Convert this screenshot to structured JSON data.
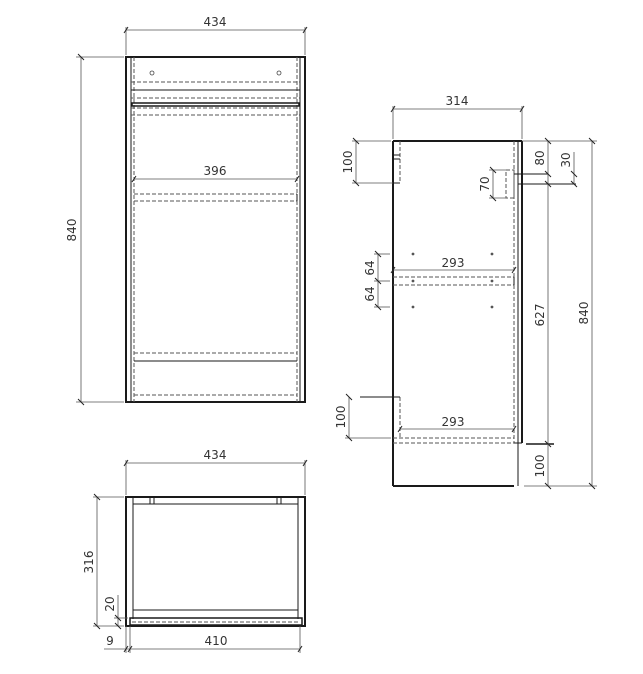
{
  "drawing": {
    "front_view": {
      "width_label": "434",
      "height_label": "840",
      "inner_width_label": "396"
    },
    "side_view": {
      "depth_label": "314",
      "top_offset_left_label": "100",
      "top_offset_right_label": "80",
      "top_gap_label": "30",
      "handle_height_label": "70",
      "shelf_spacing_upper_label": "64",
      "shelf_spacing_lower_label": "64",
      "shelf_depth_upper_label": "293",
      "shelf_depth_lower_label": "293",
      "bottom_offset_left_label": "100",
      "inner_height_label": "627",
      "total_height_label": "840",
      "plinth_height_label": "100"
    },
    "top_view": {
      "width_label": "434",
      "depth_label": "316",
      "back_panel_label": "20",
      "offset_label": "9",
      "inner_width_label": "410"
    }
  }
}
